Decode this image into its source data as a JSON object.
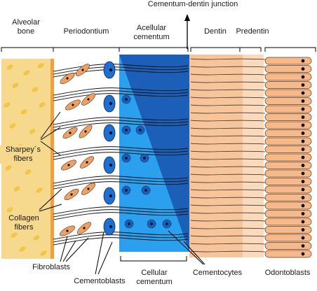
{
  "labels": {
    "alveolar_bone": "Alveolar\nbone",
    "periodontium": "Periodontium",
    "acellular_cementum": "Acellular\ncementum",
    "cementum_dentin_junction": "Cementum-dentin junction",
    "dentin": "Dentin",
    "predentin": "Predentin",
    "sharpeys_fibers": "Sharpey´s\nfibers",
    "collagen_fibers": "Collagen\nfibers",
    "fibroblasts": "Fibroblasts",
    "cementoblasts": "Cementoblasts",
    "cellular_cementum": "Cellular\ncementum",
    "cementocytes": "Cementocytes",
    "odontoblasts": "Odontoblasts"
  },
  "colors": {
    "bone": "#f7d98e",
    "bone_spots": "#f0c64a",
    "bone_edge": "#f0a040",
    "fibroblast": "#f0a060",
    "cementoblast": "#1f6fd0",
    "acellular": "#1b5fb8",
    "cellular": "#2aa0ee",
    "dentin": "#f8c49a",
    "predentin": "#fbd9bb",
    "odontoblast": "#f7b98a"
  }
}
